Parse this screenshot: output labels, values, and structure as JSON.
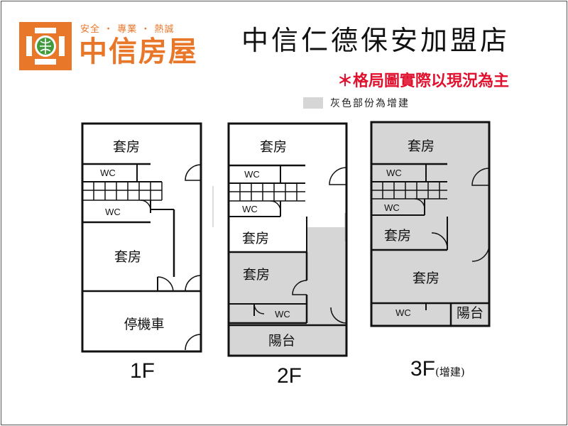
{
  "logo": {
    "slogan": "安全 ・ 專業 ・ 熱誠",
    "name": "中信房屋",
    "brand_color": "#e9772a"
  },
  "header": {
    "shop_title": "中信仁德保安加盟店",
    "note": "＊格局圖實際以現況為主",
    "note_color": "#e0102f"
  },
  "legend": {
    "text": "灰色部份為增建",
    "swatch_color": "#d6d6d6"
  },
  "floors": [
    {
      "label": "1F",
      "suffix": "",
      "rooms": {
        "suite_top": "套房",
        "wc_upper": "WC",
        "wc_lower": "WC",
        "suite_main": "套房",
        "parking": "停機車"
      }
    },
    {
      "label": "2F",
      "suffix": "",
      "rooms": {
        "suite_top": "套房",
        "wc_upper": "WC",
        "wc_mid": "WC",
        "suite_small": "套房",
        "suite_gray": "套房",
        "wc_lower": "WC",
        "balcony": "陽台"
      }
    },
    {
      "label": "3F",
      "suffix": "(增建)",
      "rooms": {
        "suite_top": "套房",
        "wc_upper": "WC",
        "wc_mid": "WC",
        "suite_small": "套房",
        "suite_main": "套房",
        "wc_lower": "WC",
        "balcony": "陽台"
      }
    }
  ]
}
